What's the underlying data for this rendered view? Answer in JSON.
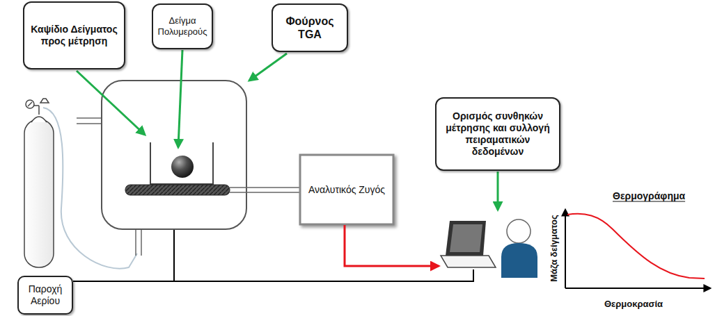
{
  "diagram": {
    "nodes": [
      {
        "text": [
          "Καψίδιο Δείγματος προς μέτρηση"
        ]
      },
      {
        "text": [
          "Δείγμα Πολυμερούς"
        ]
      },
      {
        "text": [
          "Φούρνος TGA"
        ]
      },
      {
        "text": [
          "Ορισμός συνθηκών μέτρησης και συλλογή πειραματικών δεδομένων"
        ]
      },
      {
        "text": [
          "Αναλυτικός Ζυγός"
        ]
      },
      {
        "text": [
          "Παροχή Αερίου"
        ]
      }
    ],
    "labels": [
      "Θερμογράφημα",
      "Μάζα δείγματος",
      "Θερμοκρασία"
    ]
  }
}
